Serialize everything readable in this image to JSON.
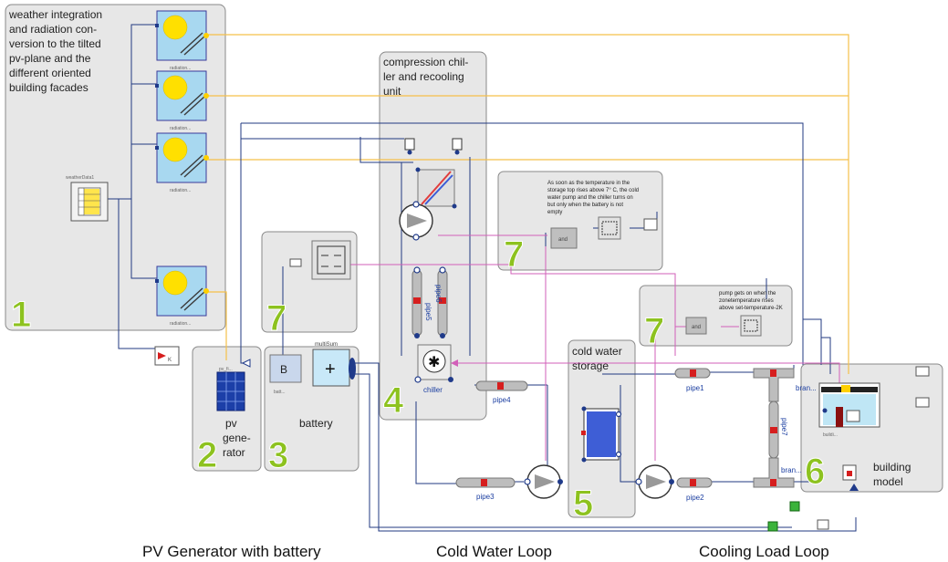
{
  "groups": {
    "weather": [
      "weather integration",
      "and radiation con-",
      "version to the tilted",
      "pv-plane and the",
      "different oriented",
      "building facades"
    ],
    "chiller": [
      "compression chil-",
      "ler and recooling",
      "unit"
    ],
    "storage": [
      "cold water",
      "storage"
    ],
    "pv": [
      "pv",
      "gene-",
      "rator"
    ],
    "battery": "battery",
    "building": [
      "building",
      "model"
    ]
  },
  "numbers": {
    "n1": "1",
    "n2": "2",
    "n3": "3",
    "n4": "4",
    "n5": "5",
    "n6": "6",
    "n7a": "7",
    "n7b": "7",
    "n7c": "7"
  },
  "notes": {
    "chiller_control": [
      "As soon as the temperature in the",
      "storage top rises above 7° C, the cold",
      "water pump and the chiller turns on",
      "but only when the battery is not",
      "empty"
    ],
    "pump_control": [
      "pump gets on when the",
      "zonetemperature rises",
      "above set-temperature-2K"
    ]
  },
  "labels": {
    "weatherData": "weatherData1",
    "multiSum": "multiSum",
    "chiller": "chiller",
    "pipe1": "pipe1",
    "pipe2": "pipe2",
    "pipe3": "pipe3",
    "pipe4": "pipe4",
    "pipe5": "pipe5",
    "pipe6": "pipe6",
    "pipe7": "pipe7",
    "bran1": "bran...",
    "bran2": "bran...",
    "buildi": "buildi...",
    "batt": "batt...",
    "pv_fi": "pv_fi...",
    "and1": "and",
    "and2": "and",
    "B": "B",
    "plus": "+",
    "K": "K",
    "radiation": "radiation..."
  },
  "captions": {
    "c1": "PV Generator with battery",
    "c2": "Cold Water Loop",
    "c3": "Cooling Load Loop"
  },
  "colors": {
    "accent_green": "#8dc21f",
    "signal": "#223a80",
    "real": "#d25fb9",
    "radiation": "#f5c04a"
  }
}
